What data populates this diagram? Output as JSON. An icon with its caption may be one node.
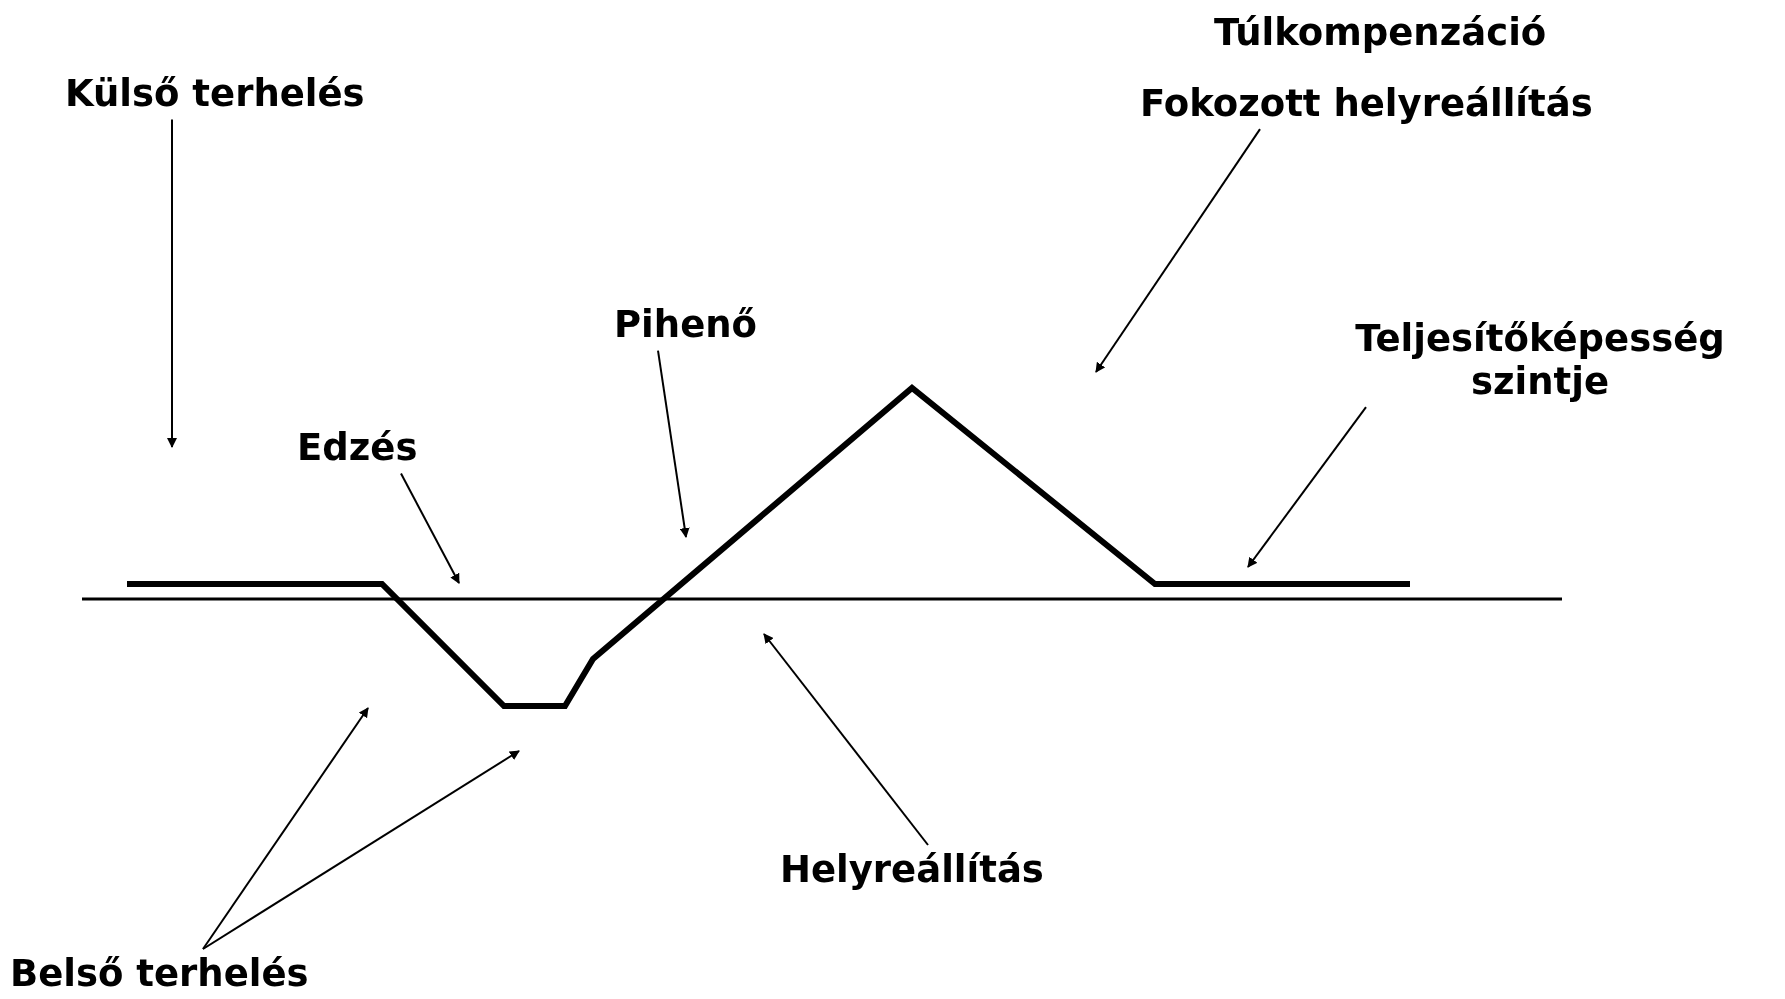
{
  "diagram": {
    "nodes": [
      {
        "text": [
          "Külső terhelés"
        ]
      },
      {
        "text": [
          "Túlkompenzáció",
          "Fokozott helyreállítás"
        ]
      },
      {
        "text": [
          "Pihenő"
        ]
      },
      {
        "text": [
          "Teljesítőképesség szintje"
        ]
      },
      {
        "text": [
          "Edzés"
        ]
      },
      {
        "text": [
          "Helyreállítás"
        ]
      },
      {
        "text": [
          "Belső terhelés"
        ]
      }
    ],
    "edges": [
      {
        "from": 0,
        "to": null,
        "arrow": "to"
      },
      {
        "from": 1,
        "to": null,
        "arrow": "to"
      },
      {
        "from": 2,
        "to": null,
        "arrow": "to"
      },
      {
        "from": 3,
        "to": null,
        "arrow": "to"
      },
      {
        "from": 4,
        "to": null,
        "arrow": "to"
      },
      {
        "from": 5,
        "to": null,
        "arrow": "to"
      },
      {
        "from": 6,
        "to": null,
        "arrow": "to"
      },
      {
        "from": 6,
        "to": null,
        "arrow": "to"
      }
    ]
  }
}
